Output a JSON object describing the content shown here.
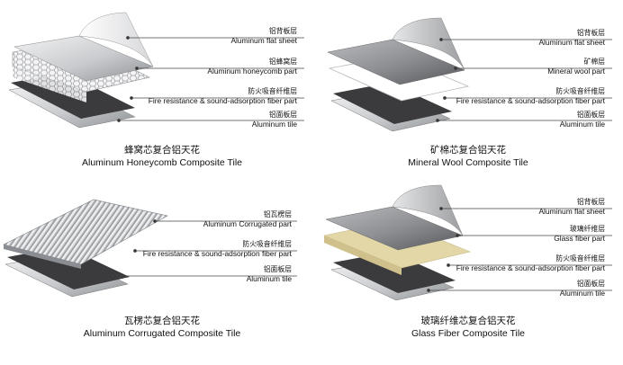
{
  "panels": [
    {
      "id": "honeycomb",
      "title_cn": "蜂窝芯复合铝天花",
      "title_en": "Aluminum Honeycomb Composite Tile",
      "layers": [
        {
          "cn": "铝背板层",
          "en": "Aluminum flat sheet"
        },
        {
          "cn": "铝蜂窝层",
          "en": "Aluminum honeycomb part"
        },
        {
          "cn": "防火吸音纤维层",
          "en": "Fire resistance & sound-adsorption fiber part"
        },
        {
          "cn": "铝面板层",
          "en": "Aluminum tile"
        }
      ]
    },
    {
      "id": "mineral-wool",
      "title_cn": "矿棉芯复合铝天花",
      "title_en": "Mineral Wool Composite Tile",
      "layers": [
        {
          "cn": "铝背板层",
          "en": "Aluminum flat sheet"
        },
        {
          "cn": "矿棉层",
          "en": "Mineral wool part"
        },
        {
          "cn": "防火吸音纤维层",
          "en": "Fire resistance & sound-adsorption fiber part"
        },
        {
          "cn": "铝面板层",
          "en": "Aluminum tile"
        }
      ]
    },
    {
      "id": "corrugated",
      "title_cn": "瓦楞芯复合铝天花",
      "title_en": "Aluminum Corrugated Composite Tile",
      "layers": [
        {
          "cn": "铝瓦楞层",
          "en": "Aluminum Corrugated part"
        },
        {
          "cn": "防火吸音纤维层",
          "en": "Fire resistance & sound-adsorption fiber part"
        },
        {
          "cn": "铝面板层",
          "en": "Aluminum tile"
        }
      ]
    },
    {
      "id": "glass-fiber",
      "title_cn": "玻璃纤维芯复合铝天花",
      "title_en": "Glass Fiber Composite Tile",
      "layers": [
        {
          "cn": "铝背板层",
          "en": "Aluminum flat sheet"
        },
        {
          "cn": "玻璃纤维层",
          "en": "Glass fiber part"
        },
        {
          "cn": "防火吸音纤维层",
          "en": "Fire resistance & sound-adsorption fiber part"
        },
        {
          "cn": "铝面板层",
          "en": "Aluminum tile"
        }
      ]
    }
  ],
  "colors": {
    "silver_sheet": "#c9cbce",
    "grey_sheet": "#8e9094",
    "dark_fiber": "#3b3b3d",
    "glass_fiber": "#e3d7a8",
    "leader": "#444444"
  }
}
